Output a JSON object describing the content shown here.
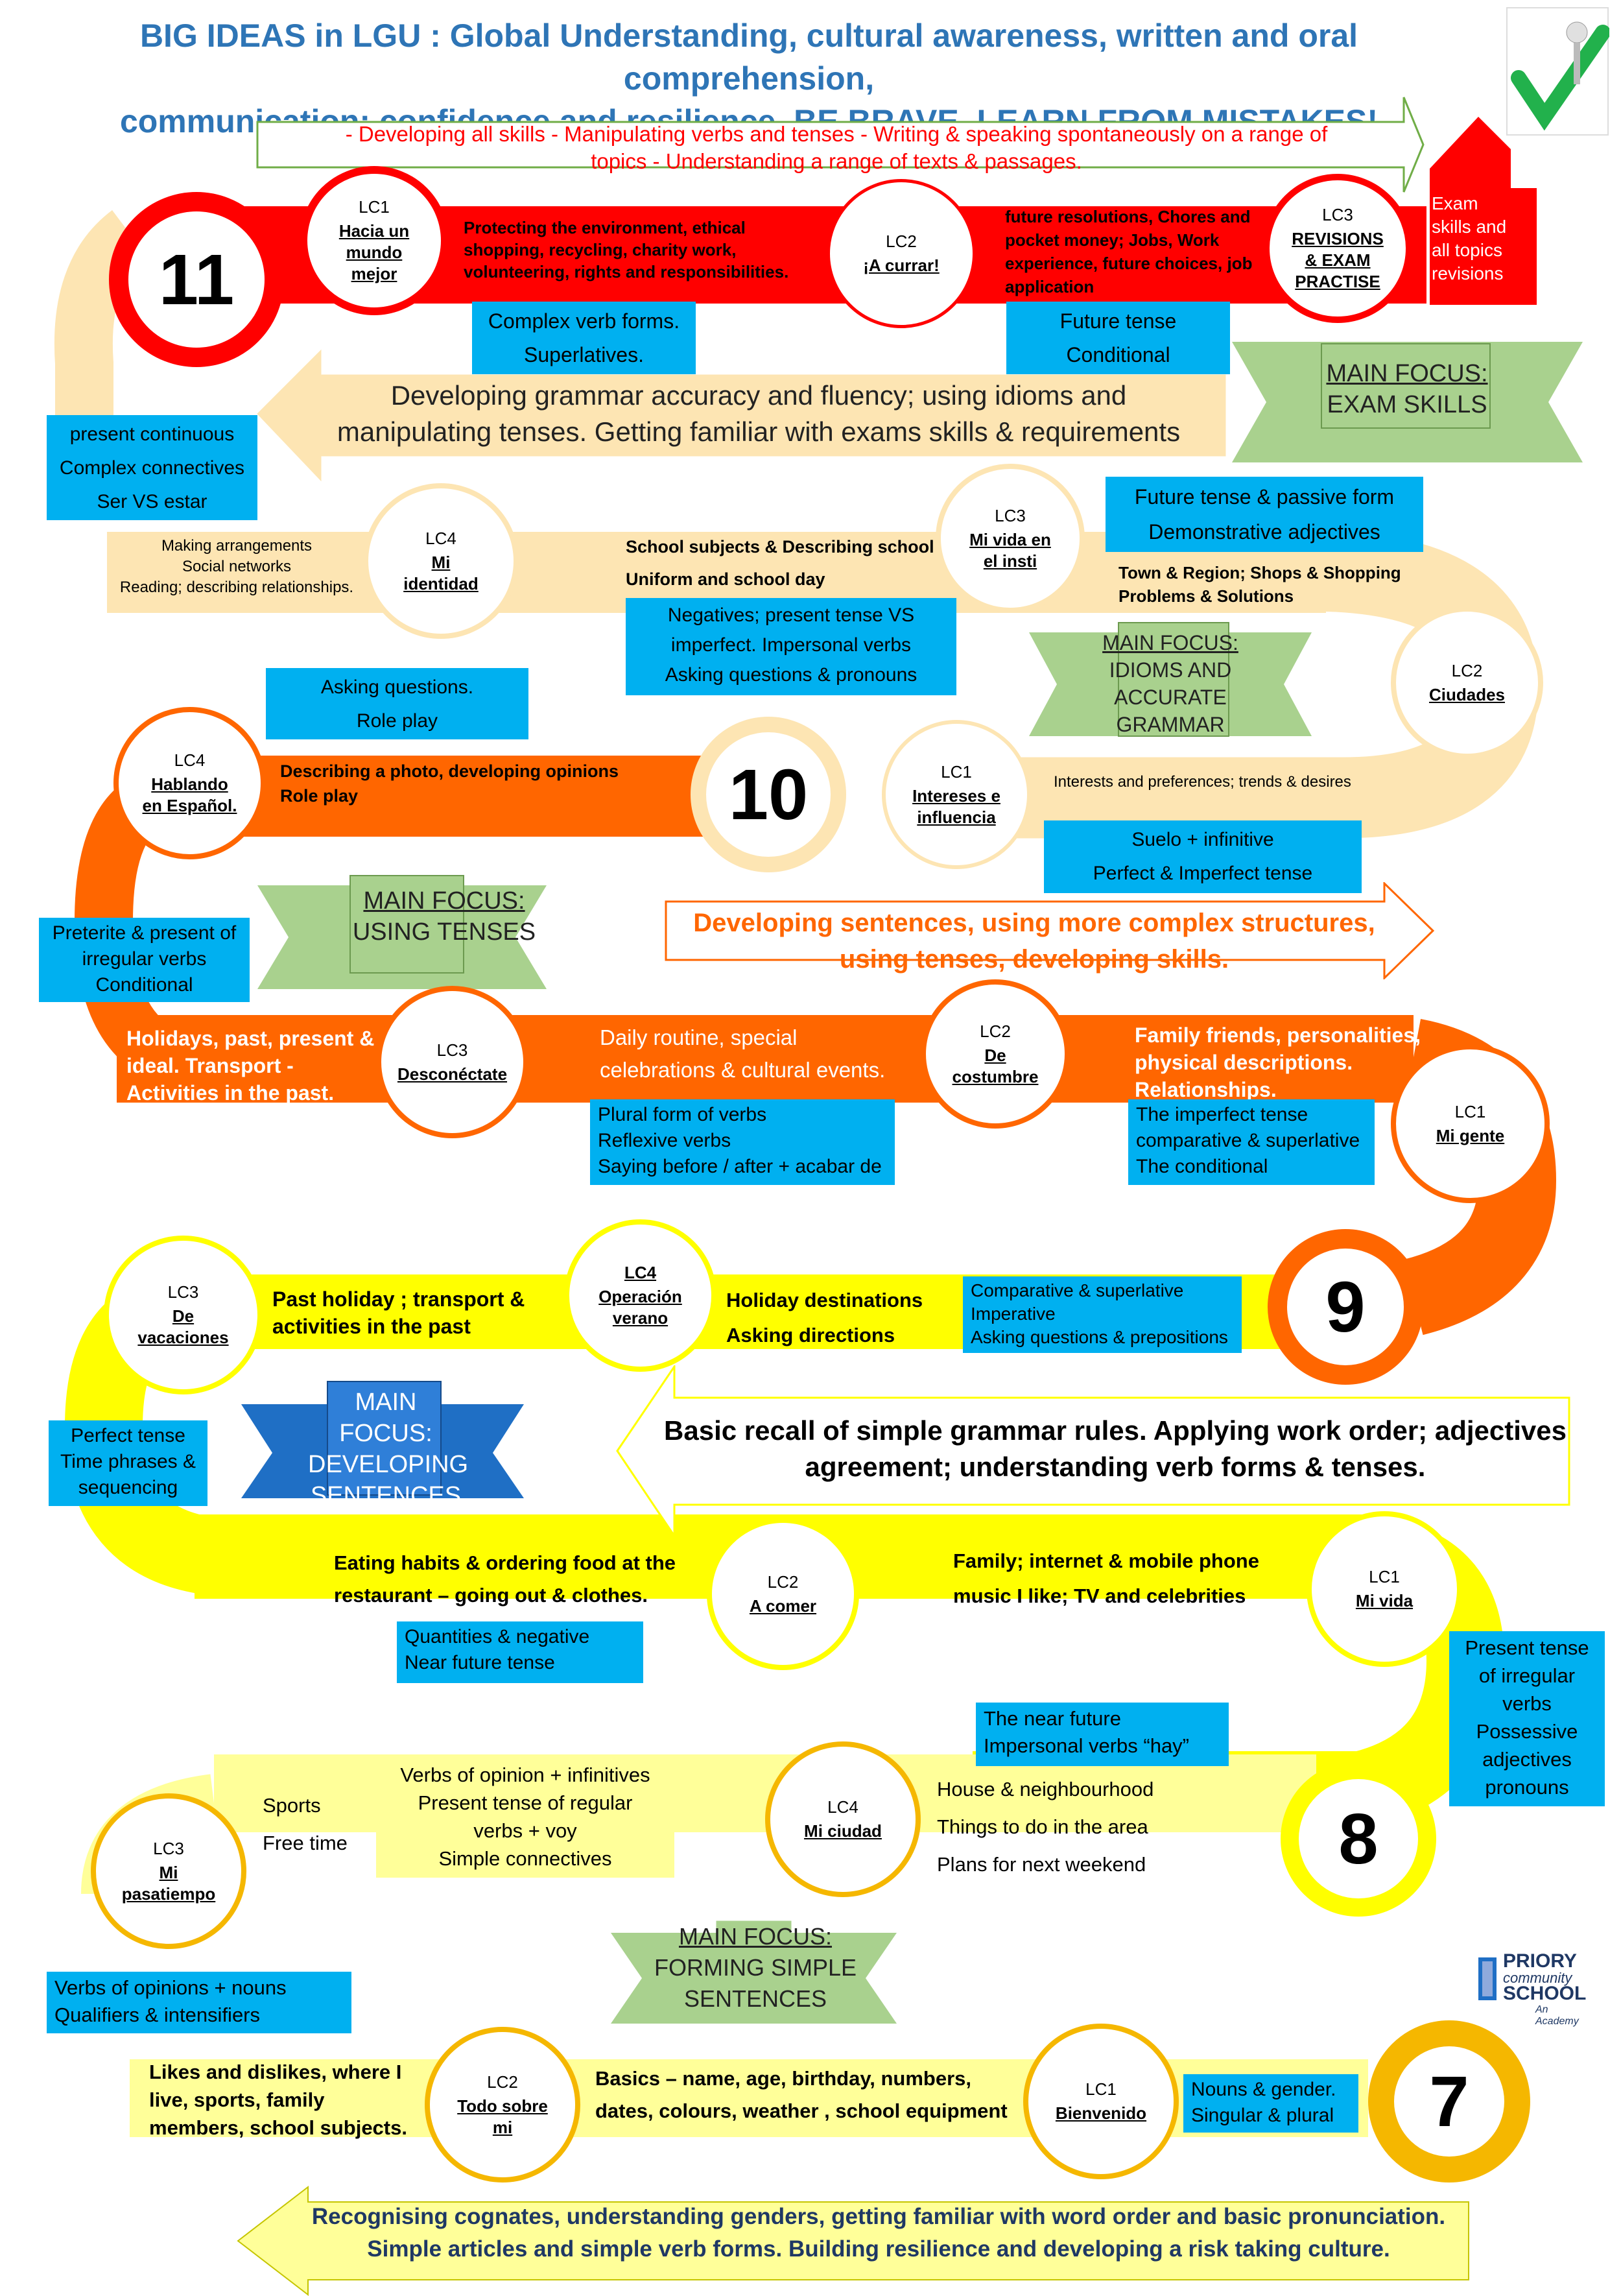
{
  "title": {
    "line1": "BIG IDEAS in LGU : Global Understanding, cultural awareness, written and oral comprehension,",
    "line2": "communication;  confidence and resilience.   BE BRAVE, LEARN FROM MISTAKES!"
  },
  "colors": {
    "red": "#ff0000",
    "orange": "#ff6600",
    "yellow": "#ffff00",
    "light_orange": "#fde5b3",
    "light_yellow": "#ffff99",
    "blue_box": "#00b0f0",
    "green_banner": "#a9d18e",
    "dark_blue_banner": "#1f6fc5"
  },
  "year11": {
    "number": "11",
    "arrow_text": [
      "- Developing all skills - Manipulating verbs and tenses - Writing & speaking spontaneously on a range of",
      "topics - Understanding a range of texts & passages."
    ],
    "lc1": {
      "code": "LC1",
      "name": [
        "Hacia un",
        "mundo",
        "mejor"
      ]
    },
    "lc1_topics": [
      "Protecting the environment, ethical",
      "shopping, recycling, charity work,",
      "volunteering, rights and responsibilities."
    ],
    "lc2": {
      "code": "LC2",
      "name": [
        "¡A currar!"
      ]
    },
    "lc2_topics": [
      "future resolutions, Chores and",
      "pocket money; Jobs, Work",
      "experience, future choices, job",
      "application"
    ],
    "lc3": {
      "code": "LC3",
      "name": [
        "REVISIONS",
        "& EXAM",
        "PRACTISE"
      ]
    },
    "house_text": [
      "Exam",
      "skills and",
      "all topics",
      "revisions"
    ],
    "grammar1": [
      "Complex verb forms.",
      "Superlatives."
    ],
    "grammar2": [
      "Future tense",
      "Conditional"
    ],
    "main_focus": [
      "MAIN FOCUS:",
      "EXAM SKILLS"
    ],
    "back_arrow_text": [
      "Developing grammar accuracy and fluency; using idioms and",
      "manipulating tenses. Getting familiar with exams skills & requirements"
    ],
    "left_box": [
      "present continuous",
      "Complex connectives",
      "Ser VS estar"
    ],
    "lc4": {
      "code": "LC4",
      "name": [
        "Mi",
        "identidad"
      ]
    },
    "lc4_topics": [
      "Making arrangements",
      "Social networks",
      "Reading; describing relationships."
    ],
    "lc3b": {
      "code": "LC3",
      "name": [
        "Mi vida en",
        "el insti"
      ]
    },
    "lc3b_topics": [
      "School subjects & Describing school",
      "Uniform and school day"
    ],
    "grammar3": [
      "Negatives; present tense VS",
      "imperfect. Impersonal verbs",
      "Asking questions & pronouns"
    ],
    "grammar4": [
      "Future tense & passive form",
      "Demonstrative adjectives"
    ],
    "lc2b_topics": [
      "Town & Region; Shops & Shopping",
      "Problems & Solutions"
    ],
    "main_focus2": [
      "MAIN FOCUS:",
      "IDIOMS AND",
      "ACCURATE",
      "GRAMMAR"
    ],
    "lc2b": {
      "code": "LC2",
      "name": [
        "Ciudades"
      ]
    }
  },
  "year10": {
    "number": "10",
    "asking_box": [
      "Asking questions.",
      "Role play"
    ],
    "lc4": {
      "code": "LC4",
      "name": [
        "Hablando",
        "en Español."
      ]
    },
    "lc4_topics": [
      "Describing a photo, developing opinions",
      "Role play"
    ],
    "lc1": {
      "code": "LC1",
      "name": [
        "Intereses e",
        "influencia"
      ]
    },
    "lc1_topics": [
      "Interests and preferences; trends & desires"
    ],
    "grammar1": [
      "Suelo + infinitive",
      "Perfect & Imperfect tense"
    ],
    "main_focus": [
      "MAIN FOCUS:",
      "USING TENSES"
    ],
    "left_box": [
      "Preterite & present of",
      "irregular verbs",
      "Conditional"
    ],
    "arrow_text": [
      "Developing sentences, using more complex structures,",
      "using tenses, developing skills."
    ],
    "lc3_topics": [
      "Holidays, past, present &",
      "ideal. Transport -",
      "Activities in the past."
    ],
    "lc3": {
      "code": "LC3",
      "name": [
        "Desconéctate"
      ]
    },
    "lc2_topics": [
      "Daily routine, special",
      "celebrations & cultural events."
    ],
    "lc2": {
      "code": "LC2",
      "name": [
        "De",
        "costumbre"
      ]
    },
    "lc1b_topics": [
      "Family friends, personalities,",
      "physical descriptions.",
      "Relationships."
    ],
    "lc1b": {
      "code": "LC1",
      "name": [
        "Mi gente"
      ]
    },
    "grammar2": [
      "Plural form of verbs",
      "Reflexive verbs",
      "Saying before / after + acabar de"
    ],
    "grammar3": [
      "The imperfect tense",
      "comparative & superlative",
      "The conditional"
    ]
  },
  "year9": {
    "number": "9",
    "lc3": {
      "code": "LC3",
      "name": [
        "De",
        "vacaciones"
      ]
    },
    "lc3_topics": [
      "Past holiday ; transport &",
      "activities in the past"
    ],
    "lc4": {
      "code": "LC4",
      "name": [
        "Operación",
        "verano"
      ]
    },
    "lc4_topics": [
      "Holiday destinations",
      "Asking directions"
    ],
    "grammar1": [
      "Comparative & superlative",
      "Imperative",
      "Asking questions & prepositions"
    ],
    "main_focus": [
      "MAIN FOCUS:",
      "DEVELOPING",
      "SENTENCES"
    ],
    "left_box": [
      "Perfect tense",
      "Time phrases &",
      "sequencing"
    ],
    "arrow_text": [
      "Basic recall of simple grammar rules. Applying work order; adjectives",
      "agreement; understanding verb forms & tenses."
    ],
    "lc2_topics": [
      "Eating habits  & ordering food at the",
      "restaurant – going out & clothes."
    ],
    "lc2": {
      "code": "LC2",
      "name": [
        "A comer"
      ]
    },
    "lc1_topics": [
      "Family; internet & mobile phone",
      "music I like; TV and celebrities"
    ],
    "lc1": {
      "code": "LC1",
      "name": [
        "Mi vida"
      ]
    },
    "grammar2": [
      "Quantities & negative",
      "Near future tense"
    ],
    "right_box": [
      "Present tense",
      "of irregular",
      "verbs",
      "Possessive",
      "adjectives",
      "pronouns"
    ]
  },
  "year8": {
    "number": "8",
    "grammar1": [
      "The near future",
      "Impersonal verbs “hay”"
    ],
    "sports_topics": [
      "Sports",
      "Free time"
    ],
    "grammar2": [
      "Verbs of opinion + infinitives",
      "Present tense of regular",
      "verbs + voy",
      "Simple connectives"
    ],
    "lc4": {
      "code": "LC4",
      "name": [
        "Mi ciudad"
      ]
    },
    "lc4_topics": [
      "House & neighbourhood",
      "Things to do in the area",
      "Plans for next weekend"
    ],
    "lc3": {
      "code": "LC3",
      "name": [
        "Mi",
        "pasatiempo"
      ]
    },
    "main_focus": [
      "MAIN FOCUS:",
      "FORMING SIMPLE",
      "SENTENCES"
    ],
    "left_box": [
      "Verbs of opinions + nouns",
      "Qualifiers & intensifiers"
    ]
  },
  "year7": {
    "number": "7",
    "lc2_topics_left": [
      "Likes and dislikes, where I",
      "live, sports, family",
      "members, school subjects."
    ],
    "lc2": {
      "code": "LC2",
      "name": [
        "Todo sobre",
        "mi"
      ]
    },
    "lc1_topics": [
      "Basics – name, age, birthday, numbers,",
      "dates, colours, weather , school equipment"
    ],
    "lc1": {
      "code": "LC1",
      "name": [
        "Bienvenido"
      ]
    },
    "grammar1": [
      "Nouns & gender.",
      "Singular & plural"
    ],
    "bottom_arrow": [
      "Recognising cognates, understanding genders, getting familiar with word order and basic pronunciation.",
      "Simple articles and simple verb forms. Building resilience and developing a risk taking culture."
    ]
  },
  "logo": {
    "line1": "PRIORY",
    "line2": "community",
    "line3": "SCHOOL",
    "line4": "An Academy"
  }
}
